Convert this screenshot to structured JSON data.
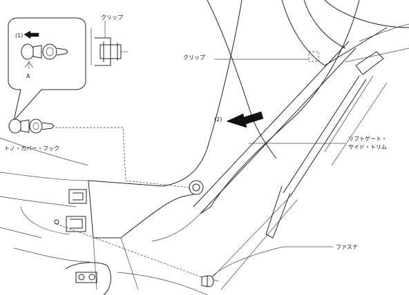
{
  "labels": {
    "clip_inset": "クリップ",
    "clip_main": "クリップ",
    "step1": "(1)",
    "step2": "(2)",
    "callout_a": "A",
    "tonneau_hook": "トノ・カバー・フック",
    "trim_line1": "リフトゲート・",
    "trim_line2": "サイド・トリム",
    "fastener": "ファスナ"
  },
  "colors": {
    "ink": "#222222",
    "background": "#ffffff"
  },
  "icons": {
    "arrow_step1": "left-arrow-icon",
    "arrow_step2": "left-arrow-icon"
  }
}
